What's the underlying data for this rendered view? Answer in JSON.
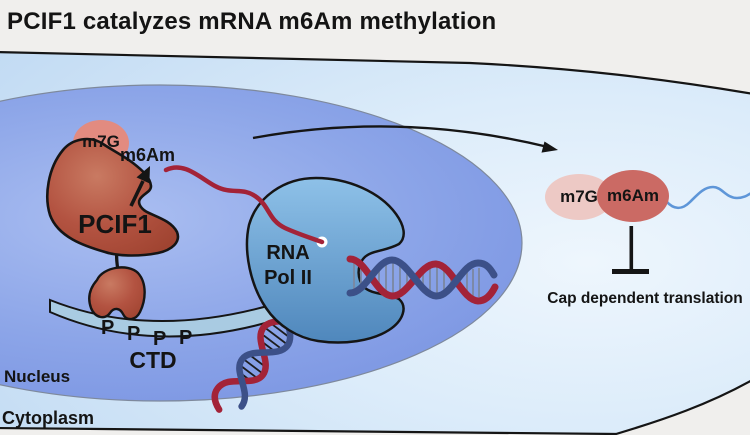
{
  "title": "PCIF1 catalyzes mRNA m6Am methylation",
  "compartments": {
    "nucleus_label": "Nucleus",
    "cytoplasm_label": "Cytoplasm"
  },
  "pcif1": {
    "name": "PCIF1",
    "cap": "m7G",
    "product": "m6Am"
  },
  "polymerase": {
    "line1": "RNA",
    "line2": "Pol II"
  },
  "ctd": {
    "label": "CTD",
    "phosphates": [
      "P",
      "P",
      "P",
      "P"
    ]
  },
  "mrna": {
    "cap": "m7G",
    "mark": "m6Am"
  },
  "outcome": {
    "label": "Cap dependent translation"
  },
  "colors": {
    "pcif1_red": "#b35341",
    "cap_pink": "#e28b80",
    "product_cap_pink": "#edc9c5",
    "product_m6am_red": "#cb6a64",
    "pol2_blue": "#6fa6d9",
    "ctd_band_blue": "#a9cbe2",
    "dna_red": "#a32338",
    "dna_navy": "#3c5088",
    "mrna_line_blue": "#5e96d8",
    "nucleus_blue": "#8aa5e8",
    "cytoplasm_blue": "#d6e8f8",
    "outside_gray": "#f0efed",
    "ink": "#151515"
  }
}
